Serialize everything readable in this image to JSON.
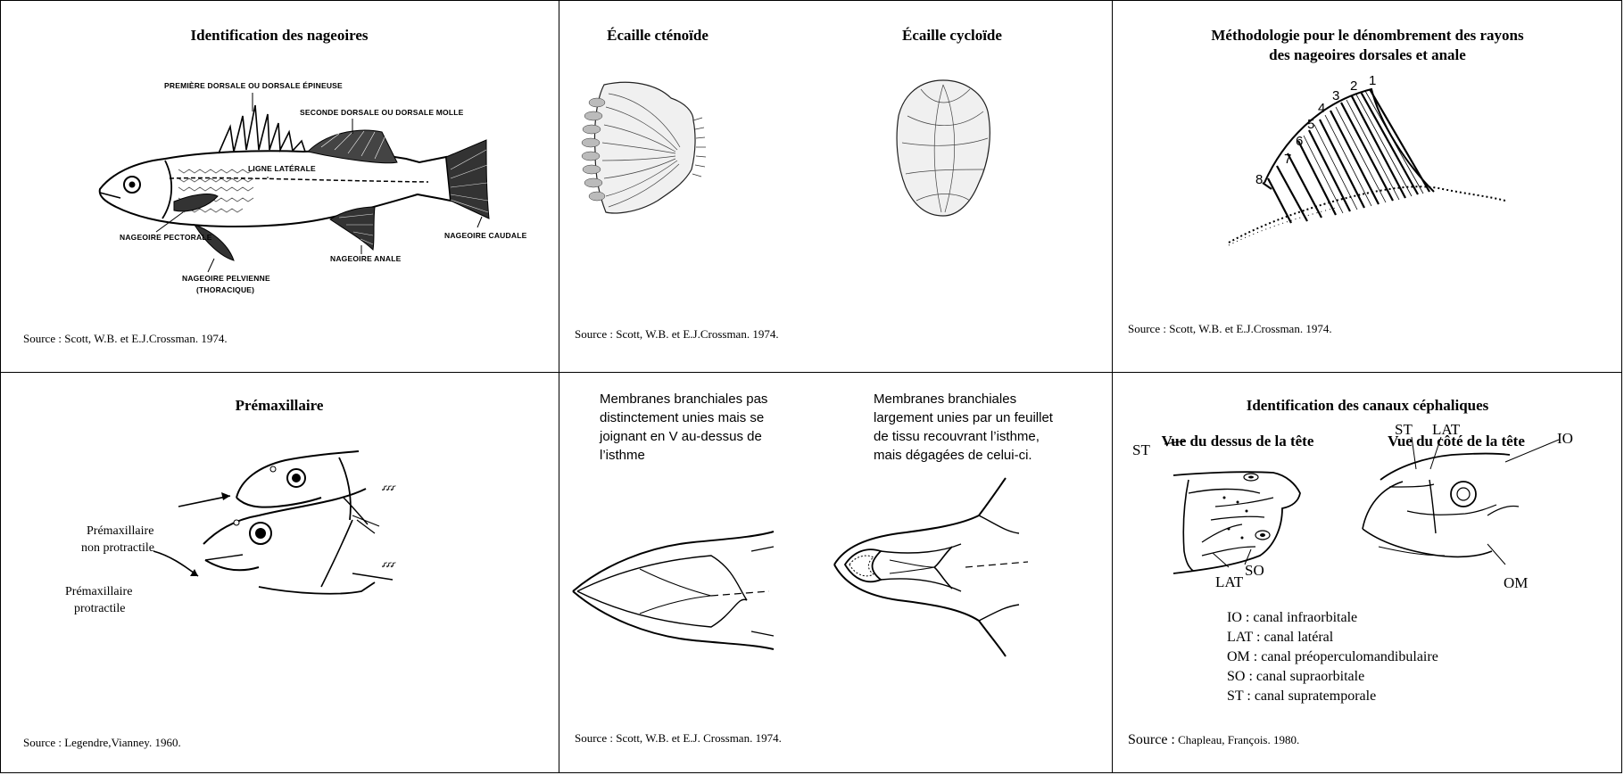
{
  "panels": {
    "fins": {
      "title": "Identification des nageoires",
      "labels": {
        "first_dorsal": "PREMIÈRE DORSALE OU DORSALE ÉPINEUSE",
        "second_dorsal": "SECONDE DORSALE OU DORSALE MOLLE",
        "lateral_line": "LIGNE LATÉRALE",
        "pectoral": "NAGEOIRE PECTORALE",
        "anal": "NAGEOIRE ANALE",
        "caudal": "NAGEOIRE CAUDALE",
        "pelvic": "NAGEOIRE PELVIENNE",
        "pelvic_sub": "(THORACIQUE)"
      },
      "source": "Source : Scott, W.B. et E.J.Crossman. 1974."
    },
    "scales": {
      "title_ctenoid": "Écaille cténoïde",
      "title_cycloid": "Écaille cycloïde",
      "source": "Source : Scott, W.B. et E.J.Crossman. 1974."
    },
    "rays": {
      "title_line1": "Méthodologie pour le dénombrement des rayons",
      "title_line2": "des nageoires dorsales et anale",
      "ray_numbers": [
        "1",
        "2",
        "3",
        "4",
        "5",
        "6",
        "7",
        "8"
      ],
      "source": "Source : Scott, W.B. et E.J.Crossman. 1974."
    },
    "premaxillary": {
      "title": "Prémaxillaire",
      "label_nonprotractile_1": "Prémaxillaire",
      "label_nonprotractile_2": "non protractile",
      "label_protractile_1": "Prémaxillaire",
      "label_protractile_2": "protractile",
      "source": "Source : Legendre,Vianney. 1960."
    },
    "membranes": {
      "left_text": [
        "Membranes branchiales pas",
        "distinctement unies mais se",
        "joignant en V au-dessus de",
        "l’isthme"
      ],
      "right_text": [
        "Membranes branchiales",
        "largement unies par un feuillet",
        "de tissu recouvrant l’isthme,",
        "mais dégagées de celui-ci."
      ],
      "source": "Source : Scott, W.B. et E.J. Crossman. 1974."
    },
    "canals": {
      "title": "Identification des canaux céphaliques",
      "subtitle_top": "Vue du dessus de la tête",
      "subtitle_side": "Vue du côté de la tête",
      "markers": {
        "st": "ST",
        "lat": "LAT",
        "so": "SO",
        "io": "IO",
        "om": "OM"
      },
      "legend": [
        "IO : canal infraorbitale",
        "LAT : canal latéral",
        "OM : canal préoperculomandibulaire",
        "SO : canal supraorbitale",
        "ST : canal supratemporale"
      ],
      "source_prefix": "Source :",
      "source_rest": "Chapleau, François. 1980."
    }
  }
}
